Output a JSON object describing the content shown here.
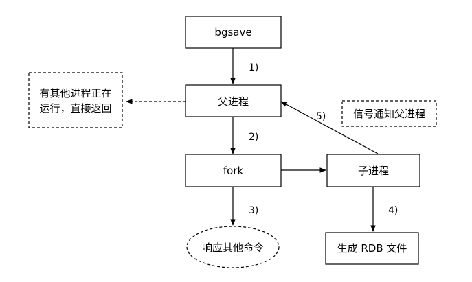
{
  "nodes": {
    "bgsave": "bgsave",
    "parent": "父进程",
    "fork": "fork",
    "child": "子进程",
    "rdb": "生成 RDB 文件",
    "respond": "响应其他命令",
    "note_line1": "有其他进程正在",
    "note_line2": "运行，直接返回",
    "signal": "信号通知父进程"
  },
  "steps": {
    "s1": "1)",
    "s2": "2)",
    "s3": "3)",
    "s4": "4)",
    "s5": "5)"
  }
}
